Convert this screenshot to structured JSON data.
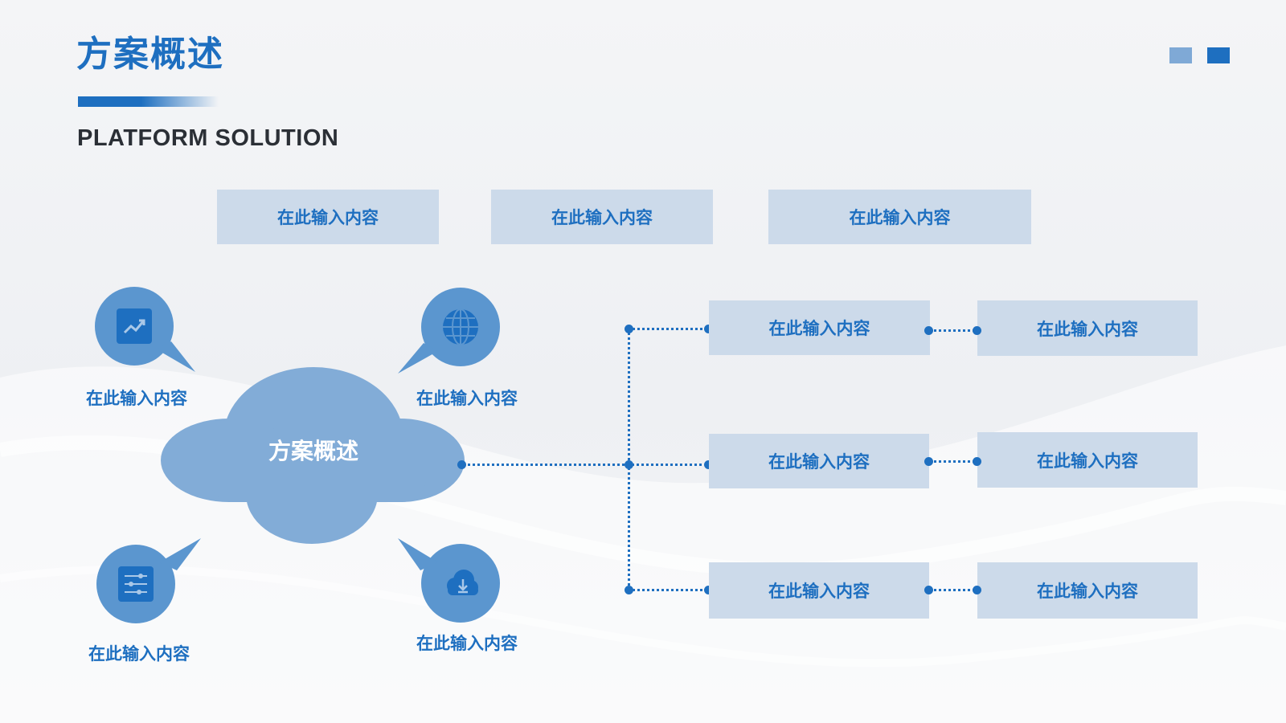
{
  "title": "方案概述",
  "subtitle": "PLATFORM SOLUTION",
  "colors": {
    "accent": "#1e6fc0",
    "accent_light": "#7fa9d6",
    "box_fill": "#ccdaea",
    "bubble_fill": "#5b96cf",
    "cloud_fill": "#82acd7"
  },
  "top_boxes": [
    "在此输入内容",
    "在此输入内容",
    "在此输入内容"
  ],
  "center": {
    "label": "方案概述"
  },
  "bubbles": [
    {
      "icon": "trend-chart-icon",
      "label": "在此输入内容"
    },
    {
      "icon": "globe-icon",
      "label": "在此输入内容"
    },
    {
      "icon": "sliders-icon",
      "label": "在此输入内容"
    },
    {
      "icon": "cloud-download-icon",
      "label": "在此输入内容"
    }
  ],
  "branches": [
    {
      "first": "在此输入内容",
      "second": "在此输入内容"
    },
    {
      "first": "在此输入内容",
      "second": "在此输入内容"
    },
    {
      "first": "在此输入内容",
      "second": "在此输入内容"
    }
  ]
}
